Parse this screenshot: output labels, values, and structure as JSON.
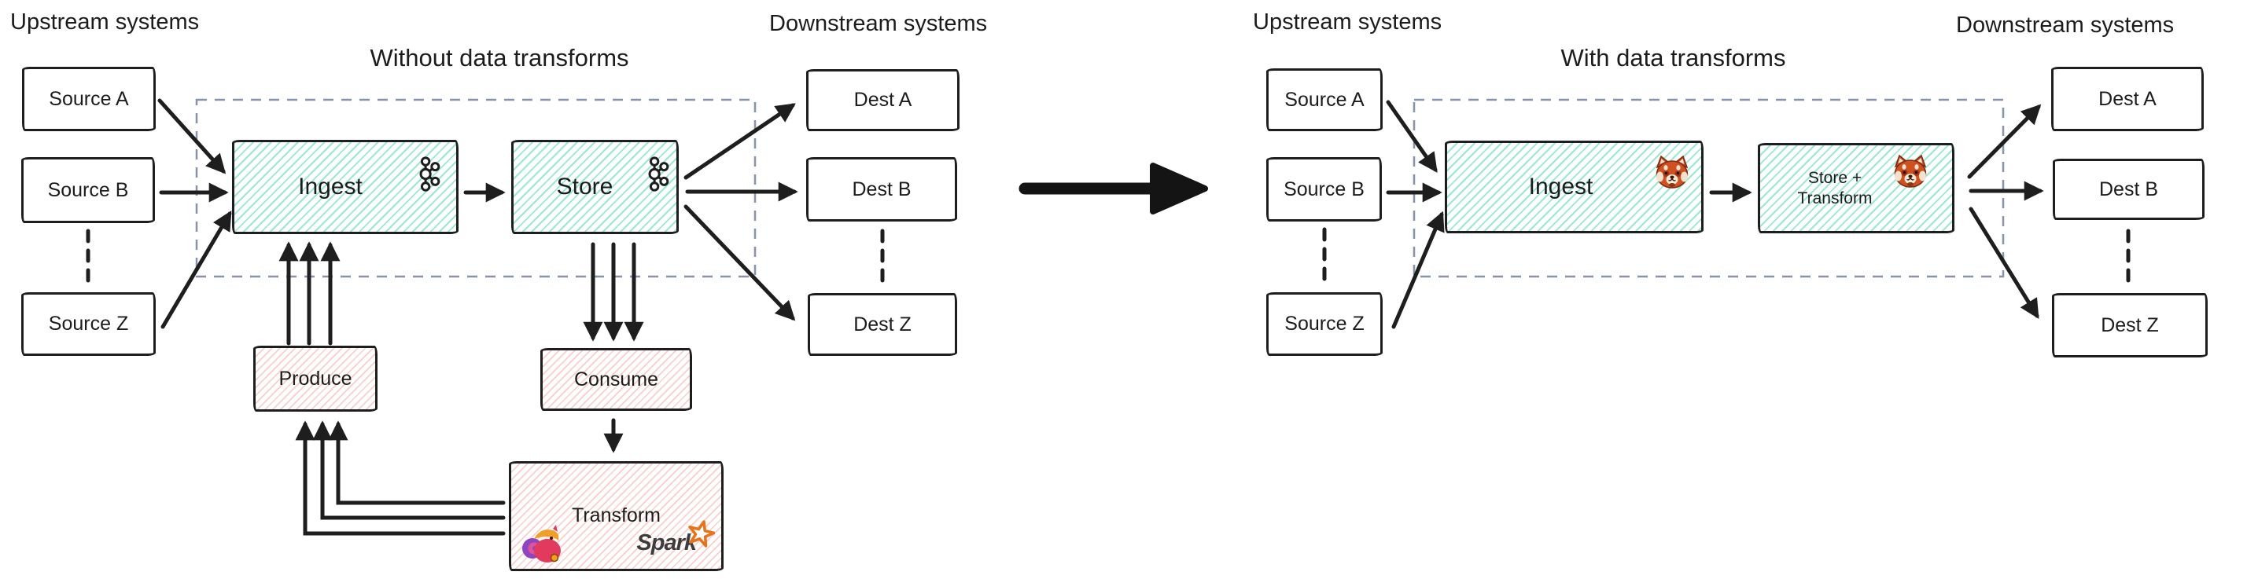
{
  "left": {
    "upstream_label": "Upstream systems",
    "downstream_label": "Downstream systems",
    "title": "Without data transforms",
    "sources": [
      {
        "label": "Source A"
      },
      {
        "label": "Source B"
      },
      {
        "label": "Source Z"
      }
    ],
    "dests": [
      {
        "label": "Dest A"
      },
      {
        "label": "Dest B"
      },
      {
        "label": "Dest Z"
      }
    ],
    "ingest": {
      "label": "Ingest",
      "icon": "kafka-logo"
    },
    "store": {
      "label": "Store",
      "icon": "kafka-logo"
    },
    "produce": {
      "label": "Produce"
    },
    "consume": {
      "label": "Consume"
    },
    "transform": {
      "label": "Transform",
      "icons": [
        "flink-logo",
        "spark-logo"
      ],
      "spark_text": "Spark"
    }
  },
  "right": {
    "upstream_label": "Upstream systems",
    "downstream_label": "Downstream systems",
    "title": "With data transforms",
    "sources": [
      {
        "label": "Source A"
      },
      {
        "label": "Source B"
      },
      {
        "label": "Source Z"
      }
    ],
    "dests": [
      {
        "label": "Dest A"
      },
      {
        "label": "Dest B"
      },
      {
        "label": "Dest Z"
      }
    ],
    "ingest": {
      "label": "Ingest",
      "icon": "redpanda-logo"
    },
    "store_transform": {
      "line1": "Store +",
      "line2": "Transform",
      "icon": "redpanda-logo"
    }
  },
  "colors": {
    "ink": "#1e1e1e",
    "teal_hatch": "#76e2be",
    "pink_hatch": "#f6a4a4",
    "dashed_zone": "#8593ad",
    "spark_orange": "#e8731a",
    "spark_gray": "#3d3d3d",
    "redpanda_orange": "#cf5020",
    "flink_pink": "#e23a5e",
    "flink_purple": "#8d46c0",
    "flink_orange": "#f0a029"
  }
}
